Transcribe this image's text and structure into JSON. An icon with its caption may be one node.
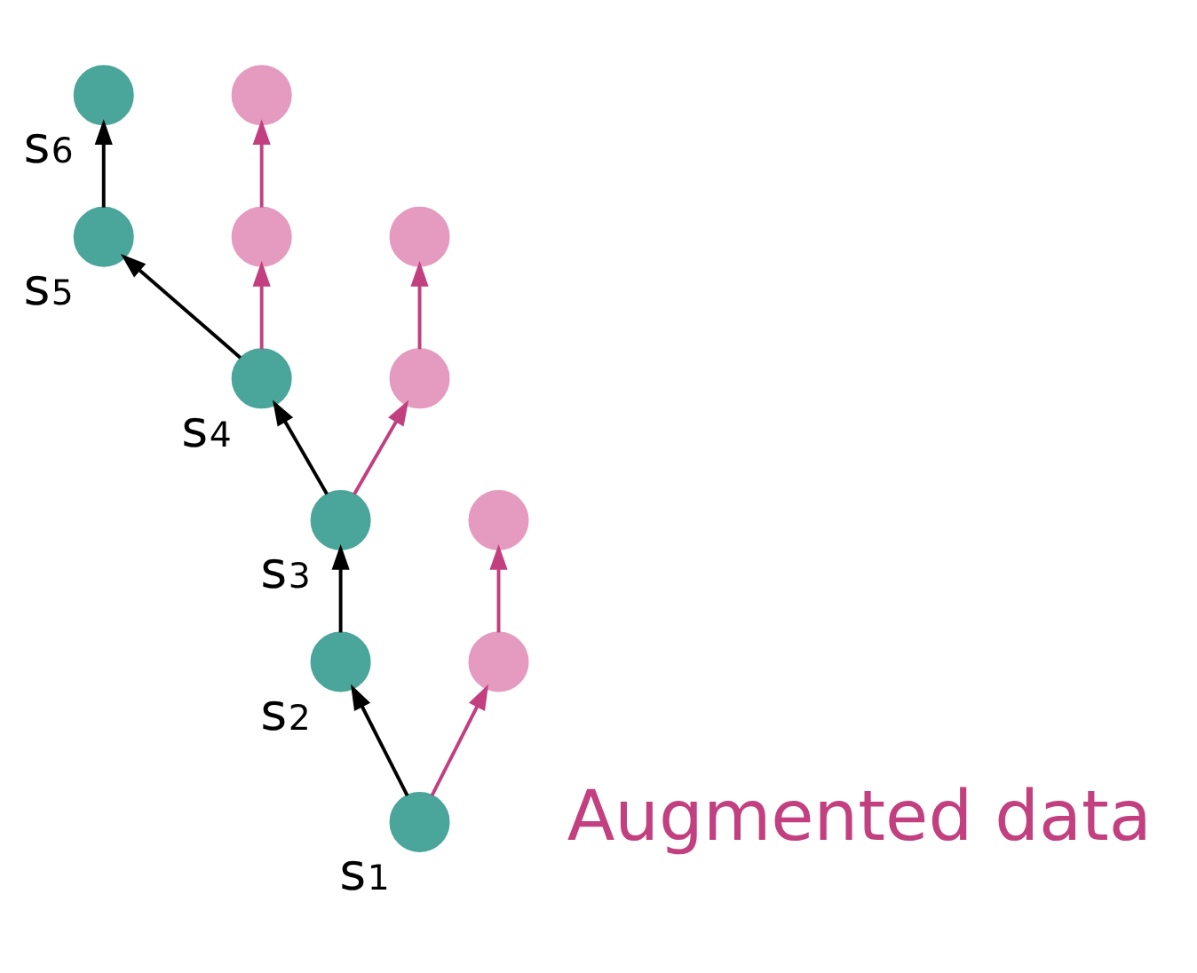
{
  "diagram": {
    "nodes": [
      {
        "text": [],
        "shape": "circle",
        "beside": [
          "s$_{1}$"
        ]
      },
      {
        "text": [],
        "shape": "circle",
        "beside": [
          "s$_{2}$"
        ]
      },
      {
        "text": [],
        "shape": "circle",
        "beside": [
          "s$_{3}$"
        ]
      },
      {
        "text": [],
        "shape": "circle",
        "beside": [
          "s$_{4}$"
        ]
      },
      {
        "text": [],
        "shape": "circle",
        "beside": [
          "s$_{5}$"
        ]
      },
      {
        "text": [],
        "shape": "circle",
        "beside": [
          "s$_{6}$"
        ]
      },
      {
        "text": [],
        "shape": "circle"
      },
      {
        "text": [],
        "shape": "circle"
      },
      {
        "text": [],
        "shape": "circle"
      },
      {
        "text": [],
        "shape": "circle"
      },
      {
        "text": [],
        "shape": "circle"
      },
      {
        "text": [],
        "shape": "circle"
      }
    ],
    "edges": [
      {
        "from": 0,
        "to": 1,
        "arrow": "to",
        "color": "#000000"
      },
      {
        "from": 1,
        "to": 2,
        "arrow": "to",
        "color": "#000000"
      },
      {
        "from": 2,
        "to": 3,
        "arrow": "to",
        "color": "#000000"
      },
      {
        "from": 3,
        "to": 4,
        "arrow": "to",
        "color": "#000000"
      },
      {
        "from": 4,
        "to": 5,
        "arrow": "to",
        "color": "#000000"
      },
      {
        "from": 0,
        "to": 6,
        "arrow": "to",
        "color": "#c2407f"
      },
      {
        "from": 6,
        "to": 7,
        "arrow": "to",
        "color": "#c2407f"
      },
      {
        "from": 2,
        "to": 8,
        "arrow": "to",
        "color": "#c2407f"
      },
      {
        "from": 8,
        "to": 9,
        "arrow": "to",
        "color": "#c2407f"
      },
      {
        "from": 3,
        "to": 10,
        "arrow": "to",
        "color": "#c2407f"
      },
      {
        "from": 10,
        "to": 11,
        "arrow": "to",
        "color": "#c2407f"
      }
    ],
    "labels": [
      "Augmented data"
    ]
  }
}
